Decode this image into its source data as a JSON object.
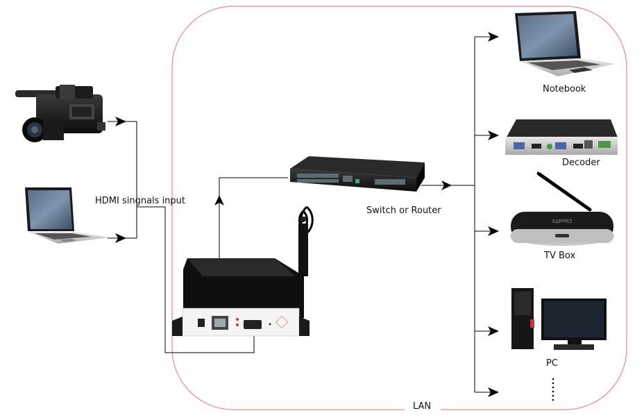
{
  "labels": {
    "hdmi_input": "HDMI singnals input",
    "switch": "Switch or Router",
    "lan": "LAN",
    "notebook": "Notebook",
    "decoder": "Decoder",
    "tvbox": "TV Box",
    "pc": "PC",
    "tvbox_brand": "CloudTV"
  },
  "colors": {
    "lan_boundary": "#e58b8b",
    "lines": "#000000",
    "device_body": "#151515"
  },
  "icons": [
    "camcorder",
    "laptop",
    "hdmi-encoder",
    "wifi-antenna",
    "network-switch",
    "notebook",
    "decoder",
    "tv-box",
    "desktop-pc",
    "ellipsis"
  ]
}
